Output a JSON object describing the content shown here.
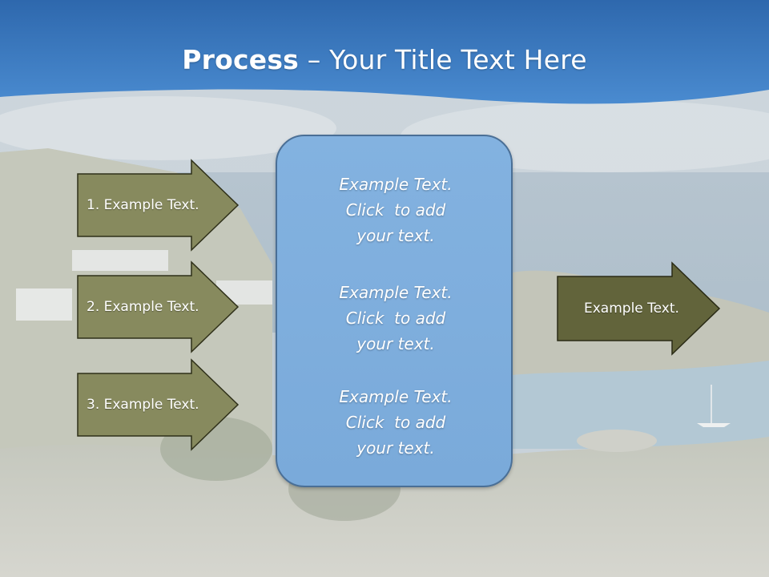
{
  "slide": {
    "title_strong": "Process",
    "title_rest": " – Your Title Text Here"
  },
  "left_steps": [
    {
      "label": "1. Example Text."
    },
    {
      "label": "2. Example Text."
    },
    {
      "label": "3. Example Text."
    }
  ],
  "center": {
    "blocks": [
      {
        "lines": [
          "Example Text.",
          "Click  to add",
          "your text."
        ]
      },
      {
        "lines": [
          "Example Text.",
          "Click  to add",
          "your text."
        ]
      },
      {
        "lines": [
          "Example Text.",
          "Click  to add",
          "your text."
        ]
      }
    ]
  },
  "right_output": {
    "label": "Example Text."
  },
  "colors": {
    "title_band": "#3d7cc4",
    "left_arrow_fill": "#878a5e",
    "right_arrow_fill": "#62643b",
    "center_box_fill": "#7eaedd",
    "center_box_border": "#4a6f96"
  }
}
